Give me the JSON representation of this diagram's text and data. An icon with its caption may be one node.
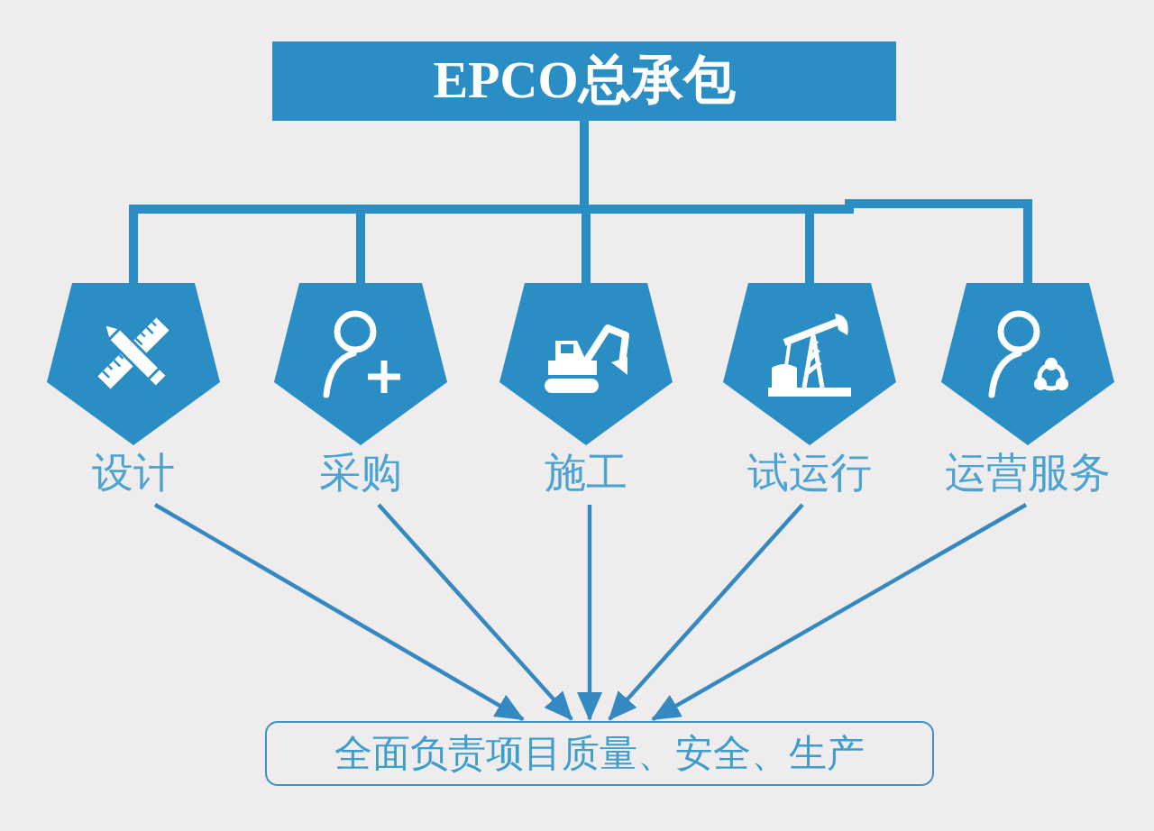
{
  "diagram": {
    "nodes": [
      {
        "text": [
          "EPCO总承包"
        ]
      },
      {
        "text": [
          "设计"
        ]
      },
      {
        "text": [
          "采购"
        ]
      },
      {
        "text": [
          "施工"
        ]
      },
      {
        "text": [
          "试运行"
        ]
      },
      {
        "text": [
          "运营服务"
        ]
      },
      {
        "text": [
          "全面负责项目质量、安全、生产"
        ]
      }
    ],
    "edges": [
      {
        "from": 0,
        "to": 1,
        "arrow": "none",
        "style": "thick"
      },
      {
        "from": 0,
        "to": 2,
        "arrow": "none",
        "style": "thick"
      },
      {
        "from": 0,
        "to": 3,
        "arrow": "none",
        "style": "thick"
      },
      {
        "from": 0,
        "to": 4,
        "arrow": "none",
        "style": "thick"
      },
      {
        "from": 0,
        "to": 5,
        "arrow": "none",
        "style": "thick"
      },
      {
        "from": 1,
        "to": 6,
        "arrow": "to"
      },
      {
        "from": 2,
        "to": 6,
        "arrow": "to"
      },
      {
        "from": 3,
        "to": 6,
        "arrow": "to"
      },
      {
        "from": 4,
        "to": 6,
        "arrow": "to"
      },
      {
        "from": 5,
        "to": 6,
        "arrow": "to"
      }
    ]
  }
}
